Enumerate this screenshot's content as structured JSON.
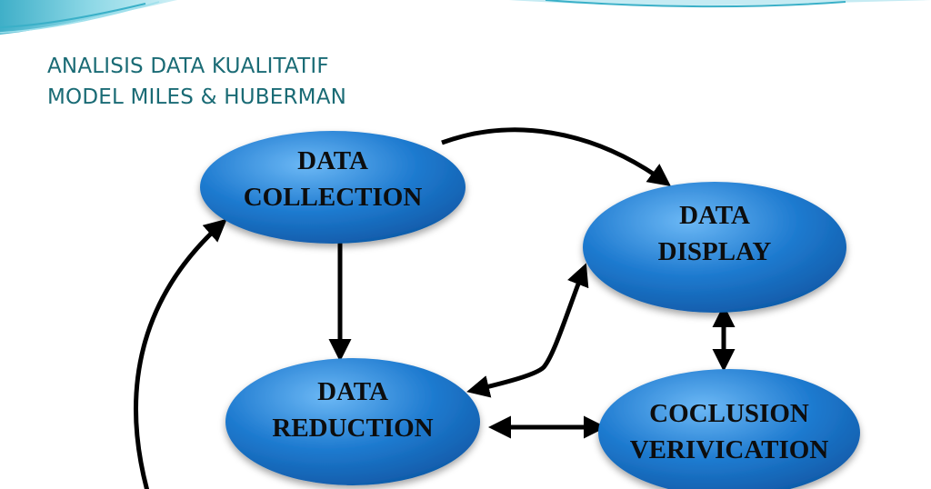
{
  "title": {
    "line1": "ANALISIS DATA KUALITATIF",
    "line2": "MODEL MILES & HUBERMAN"
  },
  "colors": {
    "title": "#1a6b75",
    "node_fill": "#1a74c9",
    "node_highlight": "#5aaaf0",
    "arrow": "#000000",
    "banner": "#3ab0c8"
  },
  "nodes": {
    "collection": {
      "line1": "DATA",
      "line2": "COLLECTION"
    },
    "display": {
      "line1": "DATA",
      "line2": "DISPLAY"
    },
    "reduction": {
      "line1": "DATA",
      "line2": "REDUCTION"
    },
    "conclusion": {
      "line1": "COCLUSION",
      "line2": "VERIVICATION"
    }
  }
}
